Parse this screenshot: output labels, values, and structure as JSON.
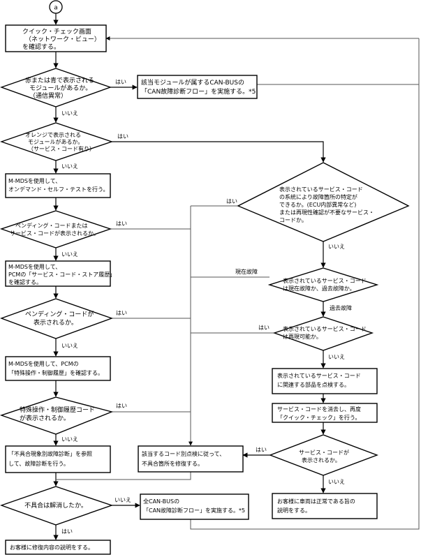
{
  "start": "a",
  "steps": {
    "check_screen": [
      "クイック・チェック画面",
      "（ネットワーク・ビュー）",
      "を確認する。"
    ],
    "d_red_blue": [
      "赤または青で表示される",
      "モジュールがあるか。",
      "（通信異常）"
    ],
    "canbus_flow": [
      "該当モジュールが属するCAN-BUSの",
      "「CAN故障診断フロー」を実施する。*5"
    ],
    "d_orange": [
      "オレンジで表示される",
      "モジュールがあるか。",
      "（サービス・コード有り）"
    ],
    "mmds_selftest": [
      "M-MDSを使用して、",
      "オンデマンド・セルフ・テストを行う。"
    ],
    "d_pending1": [
      "ペンディング・コードまたは",
      "サービス・コードが表示されるか。"
    ],
    "mmds_store": [
      "M-MDSを使用して、",
      "PCMの「サービス・コード・ストア履歴」",
      "を確認する。"
    ],
    "d_pending2": [
      "ペンディング・コードが",
      "表示されるか。"
    ],
    "mmds_special": [
      "M-MDSを使用して、PCMの",
      "「特殊操作・制御履歴」を確認する。"
    ],
    "d_special": [
      "特殊操作・制御履歴コード",
      "が表示されるか。"
    ],
    "symptom_diag": [
      "「不具合現象別故障診断」を参照",
      "して、故障診断を行う。"
    ],
    "d_resolved": [
      "不具合は解消したか。"
    ],
    "explain_repair": [
      "お客様に修復内容の説明をする。"
    ],
    "all_canbus": [
      "全CAN-BUSの",
      "「CAN故障診断フロー」を実施する。*5"
    ],
    "repair_by_code": [
      "該当するコード別点検に従って、",
      "不具合箇所を修復する。"
    ],
    "d_identify": [
      "表示されているサービス・コード",
      "の系統により故障箇所の特定が",
      "できるか。(ECU内部異常など)",
      "または再現性確認が不要なサービス・",
      "コードか。"
    ],
    "d_current_past": [
      "表示されているサービス・コード",
      "は現在故障か、過去故障か。"
    ],
    "d_reproducible": [
      "表示されているサービス・コード",
      "は再現可能か。"
    ],
    "inspect_parts": [
      "表示されているサービス・コード",
      "に関連する部品を点検する。"
    ],
    "clear_codes": [
      "サービス・コードを消去し、再度",
      "「クイック・チェック」を行う。"
    ],
    "d_code_shown": [
      "サービス・コードが",
      "表示されるか。"
    ],
    "explain_normal": [
      "お客様に車両は正常である旨の",
      "説明をする。"
    ]
  },
  "labels": {
    "yes": "はい",
    "no": "いいえ",
    "current": "現在故障",
    "past": "過去故障"
  }
}
